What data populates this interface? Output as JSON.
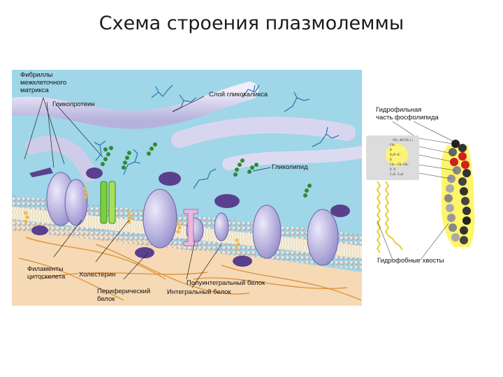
{
  "title": "Схема строения плазмолеммы",
  "diagram": {
    "labels": {
      "fibrils": "Фибриллы\nмежклеточного\nматрикса",
      "glycoprotein": "Гликопротеин",
      "glycocalyx": "Слой гликокаликса",
      "glycolipid": "Гликолипид",
      "cytoskeleton": "Филаменты\nцитоскелета",
      "cholesterol": "Холестерин",
      "peripheral": "Периферический\nбелок",
      "semi_integral": "Полуинтегральный белок",
      "integral": "Интегральный белок"
    },
    "colors": {
      "background": "#9fd6e8",
      "cytoplasm": "#f6d9b5",
      "protein": "#b9b4de",
      "protein_dark": "#5b3f8f",
      "lipid_head": "#d4d4d4",
      "chain": "#2e8b32",
      "cholesterol": "#f0b84a"
    }
  },
  "phospholipid": {
    "hydrophilic": "Гидрофильная\nчасть фосфолипида",
    "hydrophobic": "Гидрофобные хвосты",
    "formula_lines": [
      "CH₂–N(CH₃)₃",
      "CH₂",
      "O",
      "O=P–O⁻",
      "O",
      "CH₂–CH–CH₂",
      "O     O",
      "C=O  C=O"
    ]
  }
}
